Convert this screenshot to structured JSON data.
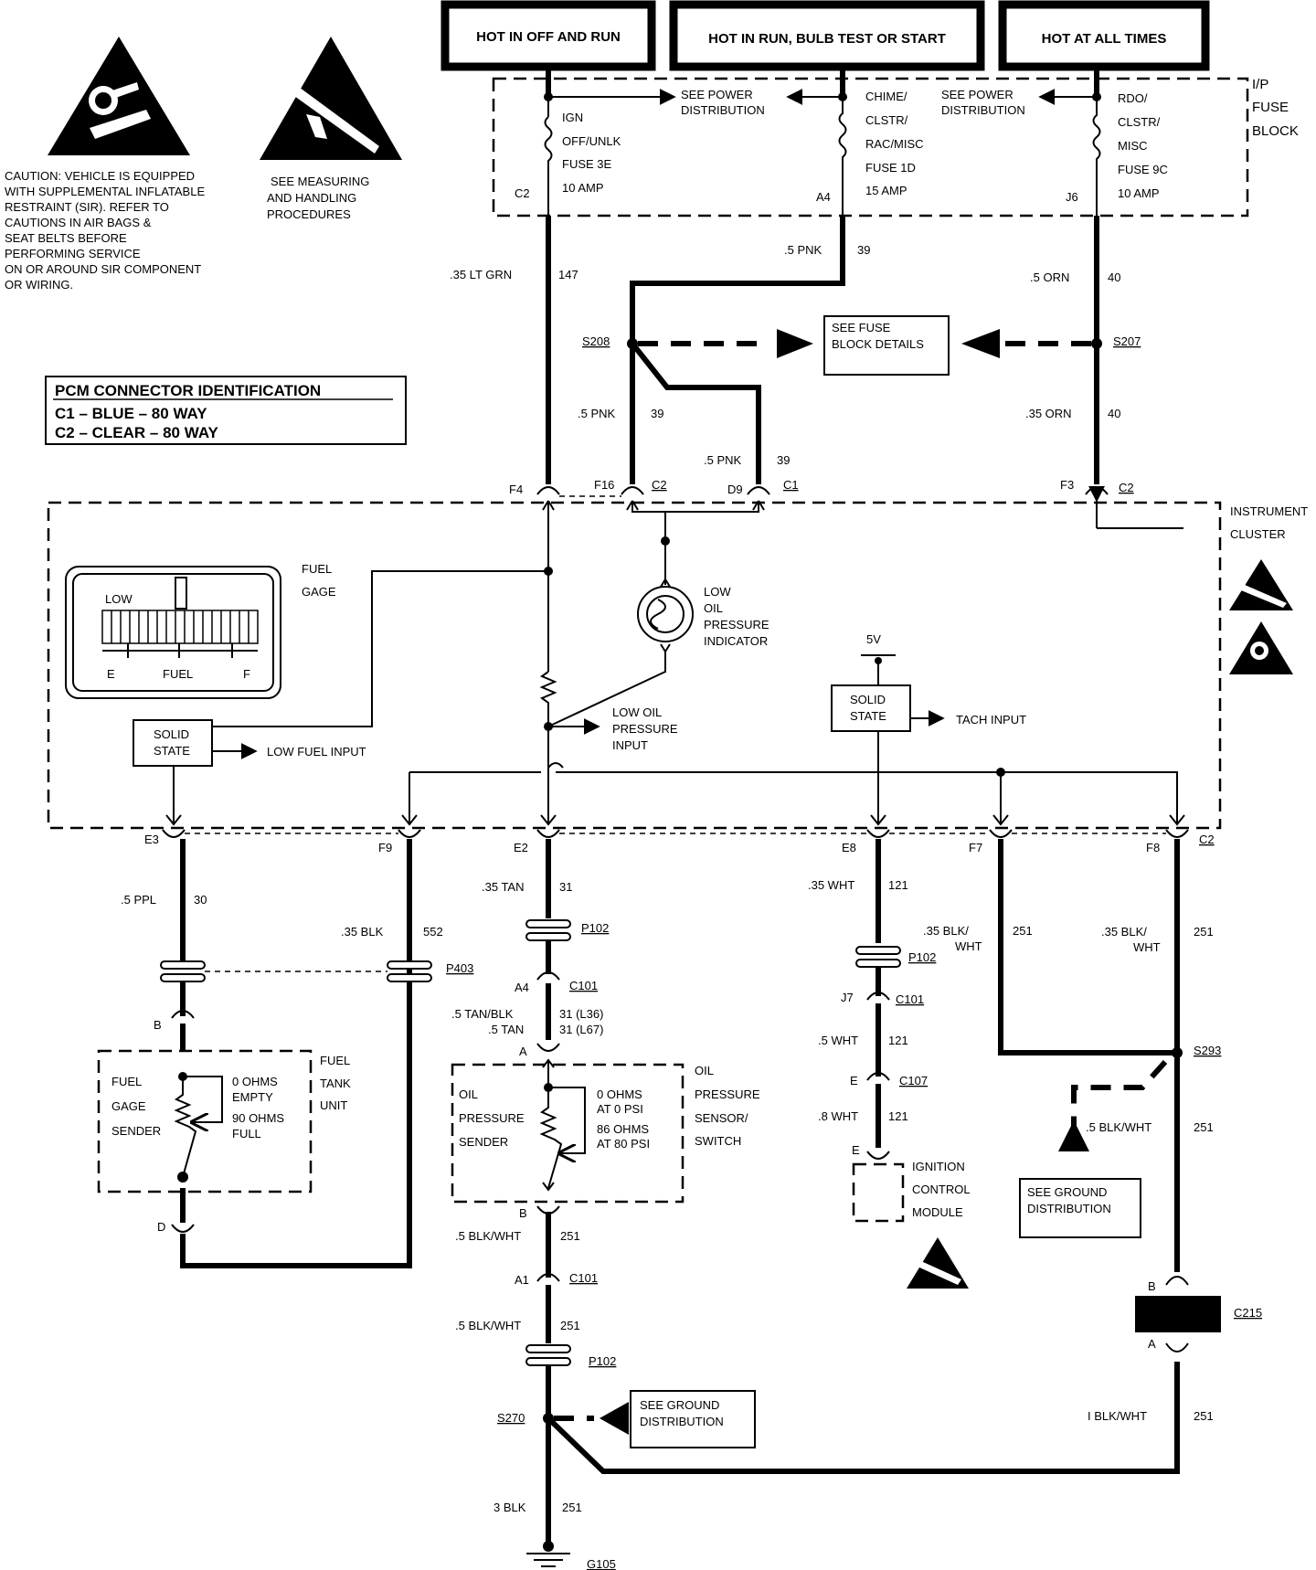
{
  "header_boxes": {
    "off_run": "HOT IN OFF AND RUN",
    "run_bulb": "HOT IN RUN, BULB TEST OR START",
    "all_times": "HOT AT ALL TIMES"
  },
  "warnings": {
    "caution": [
      "CAUTION: VEHICLE IS EQUIPPED",
      "WITH SUPPLEMENTAL INFLATABLE",
      "RESTRAINT (SIR). REFER TO",
      "CAUTIONS IN AIR BAGS &",
      "SEAT BELTS BEFORE",
      "PERFORMING SERVICE",
      "ON OR AROUND SIR COMPONENT",
      "OR WIRING."
    ],
    "esd": [
      "SEE MEASURING",
      "AND HANDLING",
      "PROCEDURES"
    ]
  },
  "pcm": {
    "title": "PCM CONNECTOR IDENTIFICATION",
    "c1": "C1 – BLUE    – 80 WAY",
    "c2": "C2 – CLEAR   – 80 WAY"
  },
  "fuse_block": {
    "label": [
      "I/P",
      "FUSE",
      "BLOCK"
    ],
    "see_power_1": [
      "SEE POWER",
      "DISTRIBUTION"
    ],
    "see_power_2": [
      "SEE POWER",
      "DISTRIBUTION"
    ],
    "fuse_3e": [
      "IGN",
      "OFF/UNLK",
      "FUSE 3E",
      "10 AMP"
    ],
    "fuse_1d": [
      "CHIME/",
      "CLSTR/",
      "RAC/MISC",
      "FUSE 1D",
      "15 AMP"
    ],
    "fuse_9c": [
      "RDO/",
      "CLSTR/",
      "MISC",
      "FUSE 9C",
      "10 AMP"
    ],
    "c2": "C2",
    "a4": "A4",
    "j6": "J6"
  },
  "wires": {
    "w147": [
      ".35 LT GRN",
      "147"
    ],
    "w39a": [
      ".5 PNK",
      "39"
    ],
    "w40a": [
      ".5 ORN",
      "40"
    ],
    "w39b": [
      ".5 PNK",
      "39"
    ],
    "w39c": [
      ".5 PNK",
      "39"
    ],
    "w40b": [
      ".35 ORN",
      "40"
    ],
    "w30": [
      ".5 PPL",
      "30"
    ],
    "w552": [
      ".35 BLK",
      "552"
    ],
    "w31a": [
      ".35 TAN",
      "31"
    ],
    "w31b": [
      ".5 TAN/BLK",
      "31 (L36)"
    ],
    "w31c": [
      ".5 TAN",
      "31 (L67)"
    ],
    "w121a": [
      ".35 WHT",
      "121"
    ],
    "w121b": [
      ".5 WHT",
      "121"
    ],
    "w121c": [
      ".8 WHT",
      "121"
    ],
    "w251a": [
      ".35 BLK/",
      "WHT",
      "251"
    ],
    "w251b": [
      ".35 BLK/",
      "WHT",
      "251"
    ],
    "w251c": [
      ".5 BLK/WHT",
      "251"
    ],
    "w251d": [
      ".5 BLK/WHT",
      "251"
    ],
    "w251e": [
      ".5 BLK/WHT",
      "251"
    ],
    "w251f": [
      "I BLK/WHT",
      "251"
    ],
    "w251g": [
      "3 BLK",
      "251"
    ]
  },
  "splices": {
    "s208": "S208",
    "s207": "S207",
    "s293": "S293",
    "s270": "S270",
    "g105": "G105"
  },
  "fuse_details": [
    "SEE FUSE",
    "BLOCK DETAILS"
  ],
  "cluster": {
    "label": [
      "INSTRUMENT",
      "CLUSTER"
    ],
    "top_pins": {
      "f4": "F4",
      "f16": "F16",
      "c2a": "C2",
      "d9": "D9",
      "c1": "C1",
      "f3": "F3",
      "c2b": "C2"
    },
    "bottom_pins": {
      "e3": "E3",
      "f9": "F9",
      "e2": "E2",
      "e8": "E8",
      "f7": "F7",
      "f8": "F8",
      "c2": "C2"
    },
    "fuel_gage": [
      "FUEL",
      "GAGE"
    ],
    "gauge_low": "LOW",
    "gauge_e": "E",
    "gauge_fuel": "FUEL",
    "gauge_f": "F",
    "solid_state_1": [
      "SOLID",
      "STATE"
    ],
    "low_fuel_input": "LOW FUEL INPUT",
    "oil_indicator": [
      "LOW",
      "OIL",
      "PRESSURE",
      "INDICATOR"
    ],
    "oil_input": [
      "LOW OIL",
      "PRESSURE",
      "INPUT"
    ],
    "v5": "5V",
    "solid_state_2": [
      "SOLID",
      "STATE"
    ],
    "tach_input": "TACH INPUT"
  },
  "connectors": {
    "p403": "P403",
    "p102a": "P102",
    "c101a": "C101",
    "a4": "A4",
    "a": "A",
    "b_oil": "B",
    "a1": "A1",
    "c101b": "C101",
    "p102c": "P102",
    "p102b": "P102",
    "j7": "J7",
    "c101c": "C101",
    "e107": "E",
    "c107": "C107",
    "e_icm": "E",
    "b_fuel": "B",
    "d_fuel": "D",
    "c215": "C215",
    "b215": "B",
    "a215": "A"
  },
  "fuel_tank": {
    "label": [
      "FUEL",
      "TANK",
      "UNIT"
    ],
    "sender": [
      "FUEL",
      "GAGE",
      "SENDER"
    ],
    "spec": [
      "0 OHMS",
      "EMPTY",
      "90 OHMS",
      "FULL"
    ]
  },
  "oil_sensor": {
    "label": [
      "OIL",
      "PRESSURE",
      "SENSOR/",
      "SWITCH"
    ],
    "sender": [
      "OIL",
      "PRESSURE",
      "SENDER"
    ],
    "spec": [
      "0 OHMS",
      "AT 0 PSI",
      "86 OHMS",
      "AT 80 PSI"
    ]
  },
  "icm": [
    "IGNITION",
    "CONTROL",
    "MODULE"
  ],
  "ground_1": [
    "SEE GROUND",
    "DISTRIBUTION"
  ],
  "ground_2": [
    "SEE GROUND",
    "DISTRIBUTION"
  ]
}
